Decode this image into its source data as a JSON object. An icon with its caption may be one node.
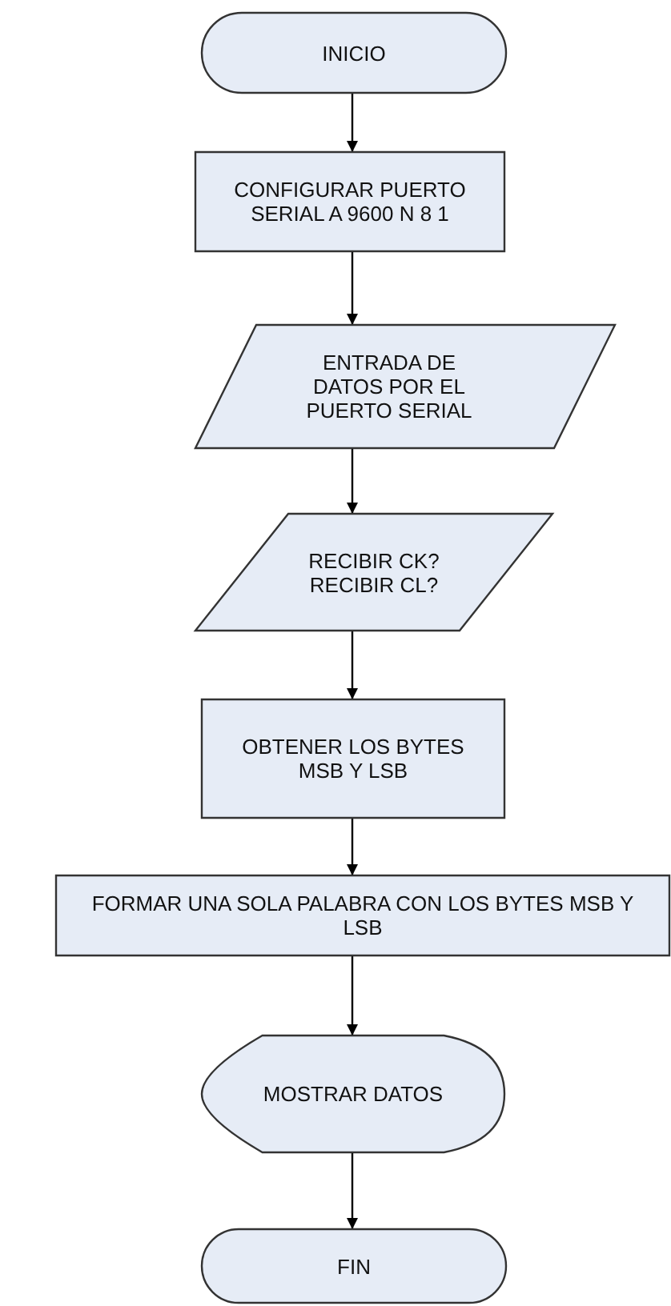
{
  "diagram": {
    "nodes": [
      {
        "text": [
          "INICIO"
        ]
      },
      {
        "text": [
          "CONFIGURAR PUERTO SERIAL A 9600 N 8 1"
        ]
      },
      {
        "text": [
          "ENTRADA DE DATOS POR EL PUERTO SERIAL"
        ]
      },
      {
        "text": [
          "RECIBIR CK? RECIBIR CL?"
        ]
      },
      {
        "text": [
          "OBTENER LOS BYTES MSB Y LSB"
        ]
      },
      {
        "text": [
          "FORMAR UNA SOLA PALABRA CON LOS BYTES MSB Y LSB"
        ]
      },
      {
        "text": [
          "MOSTRAR DATOS"
        ]
      },
      {
        "text": [
          "FIN"
        ]
      }
    ],
    "edges": [
      {
        "from": 0,
        "to": 1,
        "arrow": "to"
      },
      {
        "from": 1,
        "to": 2,
        "arrow": "to"
      },
      {
        "from": 2,
        "to": 3,
        "arrow": "to"
      },
      {
        "from": 3,
        "to": 4,
        "arrow": "to"
      },
      {
        "from": 4,
        "to": 5,
        "arrow": "to"
      },
      {
        "from": 5,
        "to": 6,
        "arrow": "to"
      },
      {
        "from": 6,
        "to": 7,
        "arrow": "to"
      }
    ]
  }
}
